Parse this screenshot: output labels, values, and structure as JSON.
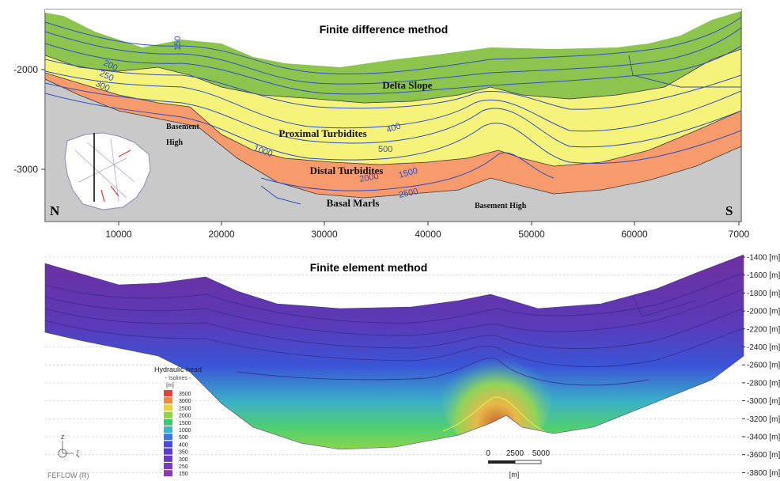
{
  "top_panel": {
    "title": "Finite difference method",
    "y_tick_labels": [
      "-2000",
      "-3000"
    ],
    "x_tick_labels": [
      "10000",
      "20000",
      "30000",
      "40000",
      "50000",
      "60000",
      "7000"
    ],
    "corner_left": "N",
    "corner_right": "S",
    "units": [
      "Delta Slope",
      "Proximal Turbidites",
      "Distal Turbidites",
      "Basal Marls"
    ],
    "feature_labels": [
      "Basement",
      "High",
      "Basement High"
    ],
    "contour_labels": [
      "150",
      "200",
      "250",
      "300",
      "400",
      "500",
      "1000",
      "1500",
      "2000",
      "2500"
    ],
    "colors": {
      "delta_slope": "#8dc44e",
      "proximal_turbidites": "#f6f37a",
      "distal_turbidites": "#f79a6c",
      "basal_marls": "#c9c9c9",
      "contour": "#2f4fc7"
    }
  },
  "bottom_panel": {
    "title": "Finite element method",
    "depth_labels": [
      "-1400 [m]",
      "-1600 [m]",
      "-1800 [m]",
      "-2000 [m]",
      "-2200 [m]",
      "-2400 [m]",
      "-2600 [m]",
      "-2800 [m]",
      "-3000 [m]",
      "-3200 [m]",
      "-3400 [m]",
      "-3600 [m]",
      "-3800 [m]"
    ],
    "legend": {
      "title": "Hydraulic head",
      "subtitle": "- Isolines -",
      "unit": "[m]",
      "items": [
        {
          "label": "3500",
          "color": "#e8413a"
        },
        {
          "label": "3000",
          "color": "#f08a3a"
        },
        {
          "label": "2500",
          "color": "#e8d23a"
        },
        {
          "label": "2000",
          "color": "#8fd43a"
        },
        {
          "label": "1500",
          "color": "#3ac870"
        },
        {
          "label": "1000",
          "color": "#3ab8c8"
        },
        {
          "label": "500",
          "color": "#3a7ae0"
        },
        {
          "label": "400",
          "color": "#4a4ae0"
        },
        {
          "label": "350",
          "color": "#5a3ad0"
        },
        {
          "label": "300",
          "color": "#6a3ac4"
        },
        {
          "label": "250",
          "color": "#7a3abc"
        },
        {
          "label": "150",
          "color": "#8a3ab4"
        }
      ]
    },
    "scale_labels": [
      "0",
      "2500",
      "5000"
    ],
    "scale_unit": "[m]",
    "axis_labels": [
      "z",
      "ξ"
    ],
    "software_label": "FEFLOW (R)"
  }
}
